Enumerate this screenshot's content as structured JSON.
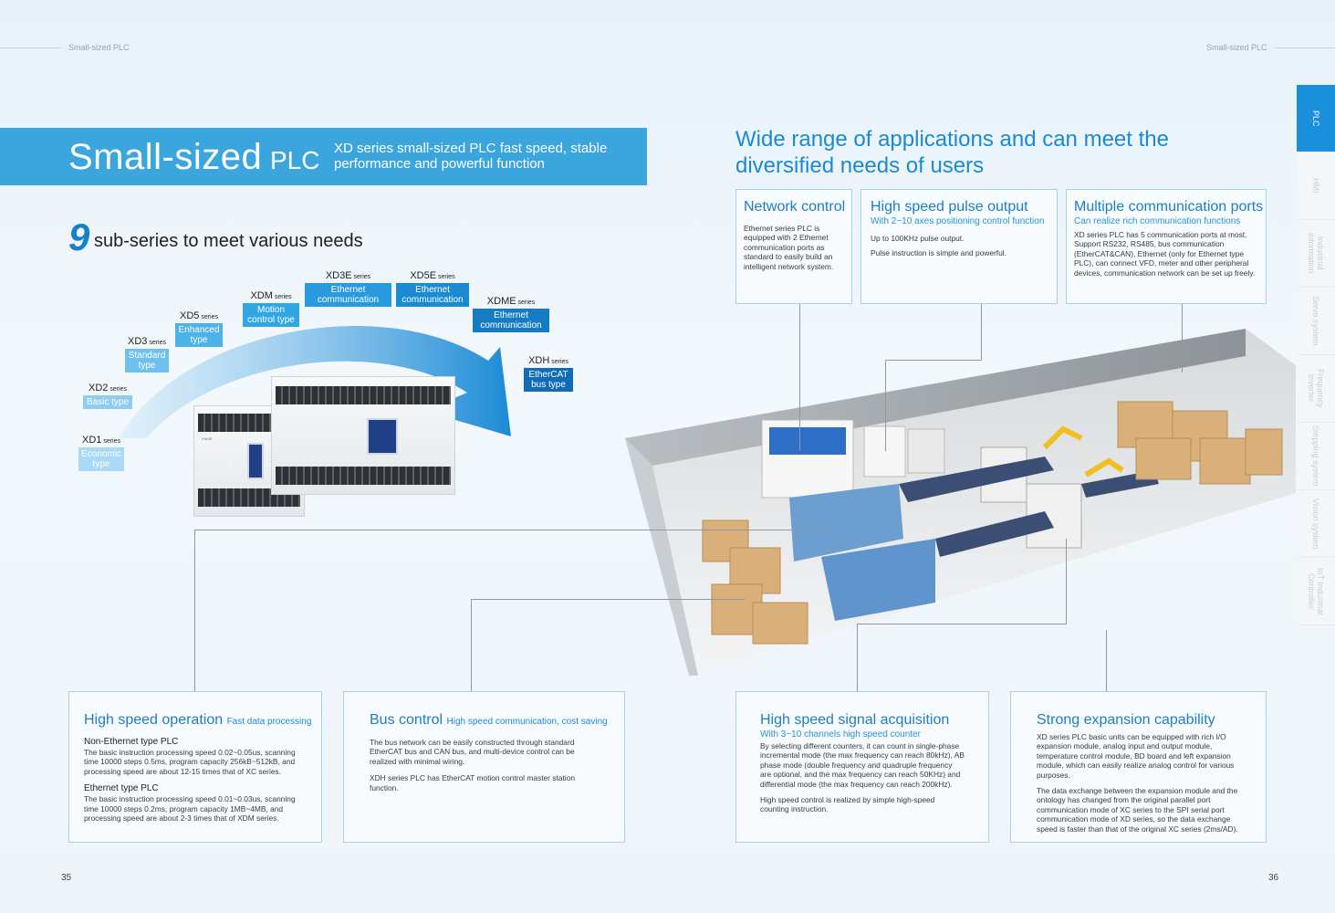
{
  "header": {
    "left_text": "Small-sized PLC",
    "right_text": "Small-sized PLC"
  },
  "banner": {
    "title": "Small-sized",
    "title_suffix": "PLC",
    "subtitle": "XD series small-sized PLC fast speed, stable performance and powerful function"
  },
  "subseries": {
    "count": "9",
    "text": "sub-series to meet various needs"
  },
  "series_items": [
    {
      "name": "XD1",
      "suffix": "series",
      "tag": "Economic type",
      "color": "#a9d9f4"
    },
    {
      "name": "XD2",
      "suffix": "series",
      "tag": "Basic type",
      "color": "#8fcdf0"
    },
    {
      "name": "XD3",
      "suffix": "series",
      "tag": "Standard type",
      "color": "#6fc0ec"
    },
    {
      "name": "XD5",
      "suffix": "series",
      "tag": "Enhanced type",
      "color": "#4cb2e8"
    },
    {
      "name": "XDM",
      "suffix": "series",
      "tag": "Motion control type",
      "color": "#32a6e3"
    },
    {
      "name": "XD3E",
      "suffix": "series",
      "tag": "Ethernet communication",
      "color": "#2a9ade"
    },
    {
      "name": "XD5E",
      "suffix": "series",
      "tag": "Ethernet communication",
      "color": "#1a8bd3"
    },
    {
      "name": "XDME",
      "suffix": "series",
      "tag": "Ethernet communication",
      "color": "#157cc4"
    },
    {
      "name": "XDH",
      "suffix": "series",
      "tag": "EtherCAT bus type",
      "color": "#0f6db5"
    }
  ],
  "right_title": "Wide range of applications and can meet the diversified needs of users",
  "features_top": [
    {
      "title": "Network control",
      "subtitle": "",
      "body": "Ethernet series PLC is equipped with 2 Ethernet communication ports as standard to easily build an intelligent network system."
    },
    {
      "title": "High speed pulse output",
      "subtitle": "With 2~10 axes positioning control function",
      "body": "Up to 100KHz pulse output.",
      "body2": "Pulse instruction is simple and powerful."
    },
    {
      "title": "Multiple communication ports",
      "subtitle": "Can realize rich communication functions",
      "body": "XD series PLC has 5 communication ports at most. Support RS232, RS485, bus communication (EtherCAT&CAN), Ethernet (only for Ethernet type PLC), can connect VFD, meter and other peripheral devices, communication network can be set up freely."
    }
  ],
  "features_bottom": [
    {
      "title": "High speed operation",
      "title_small": "Fast data processing",
      "h1": "Non-Ethernet type PLC",
      "p1": "The basic instruction processing speed 0.02~0.05us, scanning time 10000 steps 0.5ms, program capacity 256kB~512kB, and processing speed are about 12-15 times that of XC series.",
      "h2": "Ethernet type PLC",
      "p2": "The basic instruction processing speed 0.01~0.03us, scanning time 10000 steps 0.2ms, program capacity 1MB~4MB, and processing speed are about 2-3 times that of XDM series."
    },
    {
      "title": "Bus control",
      "title_small": "High speed communication, cost saving",
      "p1": "The bus network can be easily constructed through standard EtherCAT bus and CAN bus, and multi-device control can be realized with minimal wiring.",
      "p2": "XDH series PLC has EtherCAT motion control master station function."
    },
    {
      "title": "High speed signal acquisition",
      "subtitle": "With 3~10 channels high speed counter",
      "p1": "By selecting different counters, it can count in single-phase incremental mode (the max frequency can reach 80kHz), AB phase mode (double frequency and quadruple frequency are optional, and the max frequency can reach 50KHz) and differential mode (the max frequency can reach 200kHz).",
      "p2": "High speed control is realized by simple high-speed counting instruction."
    },
    {
      "title": "Strong expansion capability",
      "p1": "XD series PLC basic units can be equipped with rich I/O expansion module, analog input and output module, temperature control module, BD board and left expansion module, which can easily realize analog control for various purposes.",
      "p2": "The data exchange between the expansion module and the ontology has changed from the original parallel port communication mode of XC series to the SPI serial port communication mode of XD series, so the data exchange speed is faster than that of the original XC series (2ms/AD)."
    }
  ],
  "device": {
    "brand_left": "XINJE"
  },
  "tabs": [
    "PLC",
    "HMI",
    "Industrial information",
    "Servo system",
    "Frequency inverter",
    "Stepping system",
    "Vision system",
    "IoT Industrial Controller"
  ],
  "page_numbers": {
    "left": "35",
    "right": "36"
  }
}
